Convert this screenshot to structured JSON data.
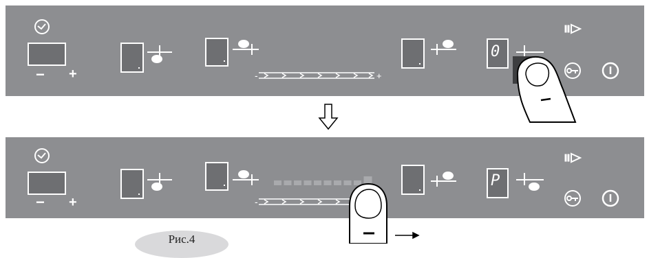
{
  "panel1": {
    "timer": {
      "minus": "−",
      "plus": "+"
    },
    "display_value": "0"
  },
  "panel2": {
    "timer": {
      "minus": "−",
      "plus": "+"
    },
    "display_value": "P",
    "power_level_filled": 10
  },
  "slider": {
    "minus": "-",
    "plus": "+"
  },
  "caption": "Рис.4",
  "icons": [
    "clock-icon",
    "pause-play-icon",
    "key-lock-icon",
    "power-icon",
    "zone-left-front-icon",
    "zone-left-rear-icon",
    "zone-right-rear-icon",
    "zone-right-front-icon",
    "arrow-down-icon",
    "finger-icon",
    "arrow-right-icon"
  ],
  "colors": {
    "panel": "#8d8e91",
    "display": "#6e6f72",
    "level_bar": "#a9aaad"
  }
}
